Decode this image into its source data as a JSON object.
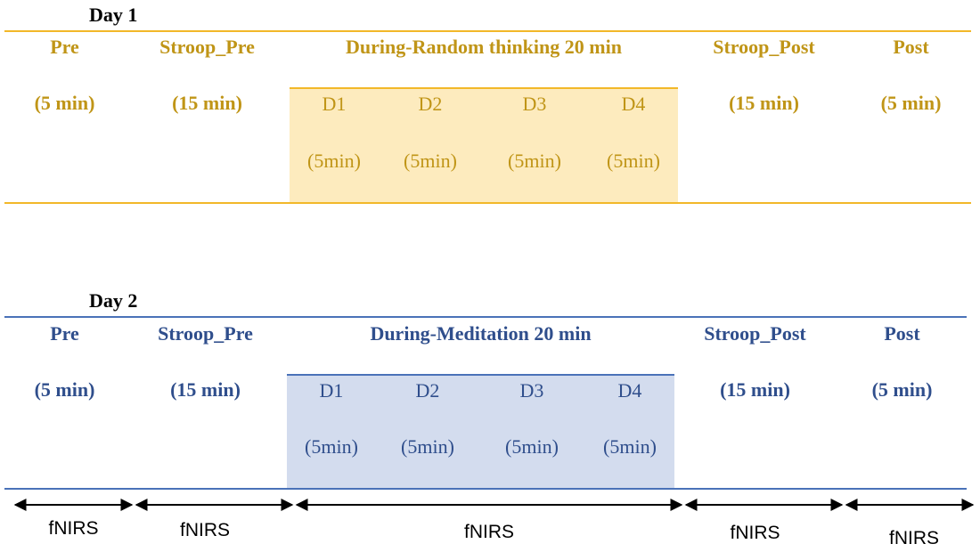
{
  "day1": {
    "title": "Day 1",
    "segments": [
      {
        "label": "Pre",
        "duration": "(5 min)"
      },
      {
        "label": "Stroop_Pre",
        "duration": "(15 min)"
      },
      {
        "label": "During-Random thinking 20 min",
        "duration": ""
      },
      {
        "label": "Stroop_Post",
        "duration": "(15 min)"
      },
      {
        "label": "Post",
        "duration": "(5 min)"
      }
    ],
    "blocks": [
      {
        "label": "D1",
        "duration": "(5min)"
      },
      {
        "label": "D2",
        "duration": "(5min)"
      },
      {
        "label": "D3",
        "duration": "(5min)"
      },
      {
        "label": "D4",
        "duration": "(5min)"
      }
    ]
  },
  "day2": {
    "title": "Day 2",
    "segments": [
      {
        "label": "Pre",
        "duration": "(5 min)"
      },
      {
        "label": "Stroop_Pre",
        "duration": "(15 min)"
      },
      {
        "label": "During-Meditation 20 min",
        "duration": ""
      },
      {
        "label": "Stroop_Post",
        "duration": "(15 min)"
      },
      {
        "label": "Post",
        "duration": "(5 min)"
      }
    ],
    "blocks": [
      {
        "label": "D1",
        "duration": "(5min)"
      },
      {
        "label": "D2",
        "duration": "(5min)"
      },
      {
        "label": "D3",
        "duration": "(5min)"
      },
      {
        "label": "D4",
        "duration": "(5min)"
      }
    ]
  },
  "recordings": [
    "fNIRS",
    "fNIRS",
    "fNIRS",
    "fNIRS",
    "fNIRS"
  ],
  "colors": {
    "day1_text": "#C09517",
    "day1_line": "#F2B829",
    "day1_shade": "#FDEBBE",
    "day2_text": "#2F4E8C",
    "day2_line": "#4A72B8",
    "day2_shade": "#D3DCEE",
    "arrow": "#000000"
  }
}
